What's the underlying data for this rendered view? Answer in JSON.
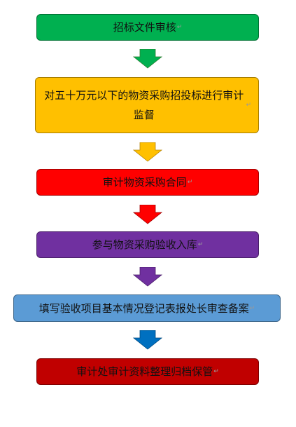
{
  "steps": [
    {
      "text": "招标文件审核",
      "color": "#00B050"
    },
    {
      "text": "对五十万元以下的物资采购招投标进行审计监督",
      "color": "#FFC000"
    },
    {
      "text": "审计物资采购合同",
      "color": "#FF0000"
    },
    {
      "text": "参与物资采购验收入库",
      "color": "#7030A0"
    },
    {
      "text": "填写验收项目基本情况登记表报处长审查备案",
      "color": "#5B9BD5"
    },
    {
      "text": "审计处审计资料整理归档保管",
      "color": "#C00000"
    }
  ],
  "arrows": [
    {
      "color": "#00B050"
    },
    {
      "color": "#FFC000"
    },
    {
      "color": "#FF0000"
    },
    {
      "color": "#7030A0"
    },
    {
      "color": "#0070C0"
    }
  ],
  "return_mark": "↵"
}
